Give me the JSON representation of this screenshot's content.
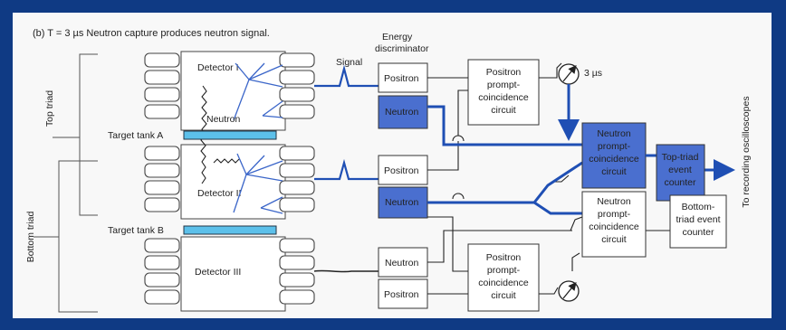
{
  "caption": "(b)  T = 3 µs   Neutron capture produces neutron signal.",
  "energy_discriminator": [
    "Energy",
    "discriminator"
  ],
  "signal_label": "Signal",
  "top_triad": "Top triad",
  "bottom_triad": "Bottom triad",
  "detector_1": "Detector I",
  "detector_2": "Detector II",
  "detector_3": "Detector III",
  "neutron_label": "Neutron",
  "target_a": "Target tank A",
  "target_b": "Target tank B",
  "disc_positron": "Positron",
  "disc_neutron": "Neutron",
  "delay_label": "3 µs",
  "positron_circuit": [
    "Positron",
    "prompt-",
    "coincidence",
    "circuit"
  ],
  "neutron_circuit": [
    "Neutron",
    "prompt-",
    "coincidence",
    "circuit"
  ],
  "top_counter": [
    "Top-triad",
    "event",
    "counter"
  ],
  "bottom_counter": [
    "Bottom-",
    "triad event",
    "counter"
  ],
  "oscilloscope": "To recording oscilloscopes",
  "colors": {
    "frame": "#0f3a84",
    "panel": "#f8f8f8",
    "active": "#4a6fcf",
    "wire": "#1f4fb4",
    "tank": "#5cc0ea",
    "ink": "#222222"
  }
}
